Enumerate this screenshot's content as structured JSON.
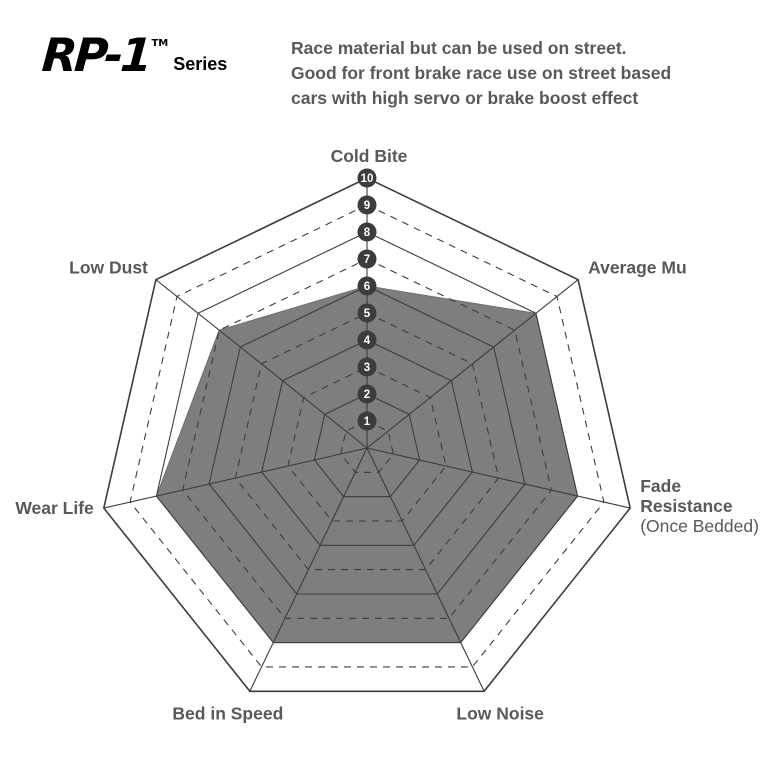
{
  "header": {
    "logo": {
      "name": "RP-1",
      "tm": "TM",
      "series": "Series"
    },
    "description_lines": [
      "Race material but can be used on street.",
      "Good for front brake race use on street based",
      "cars with high servo or brake boost effect"
    ]
  },
  "chart_data": {
    "type": "radar",
    "title": "RP-1 Series brake pad performance ratings",
    "categories": [
      "Cold Bite",
      "Average Mu",
      "Fade Resistance (Once Bedded)",
      "Low Noise",
      "Bed in Speed",
      "Wear Life",
      "Low Dust"
    ],
    "values": [
      6,
      8,
      8,
      8,
      8,
      8,
      7
    ],
    "axis_labels": [
      {
        "lines": [
          "Cold Bite"
        ]
      },
      {
        "lines": [
          "Average Mu"
        ]
      },
      {
        "lines": [
          "Fade",
          "Resistance",
          "(Once Bedded)"
        ]
      },
      {
        "lines": [
          "Low Noise"
        ]
      },
      {
        "lines": [
          "Bed in Speed"
        ]
      },
      {
        "lines": [
          "Wear Life"
        ]
      },
      {
        "lines": [
          "Low Dust"
        ]
      }
    ],
    "scale": {
      "min": 1,
      "max": 10,
      "ticks": [
        1,
        2,
        3,
        4,
        5,
        6,
        7,
        8,
        9,
        10
      ]
    },
    "grid": "on",
    "legend": "none",
    "colors": {
      "fill": "#7e7e7e",
      "grid": "#3d3d3d",
      "label": "#58595b",
      "badge": "#3c3c3c",
      "badge_text": "#ffffff"
    }
  }
}
